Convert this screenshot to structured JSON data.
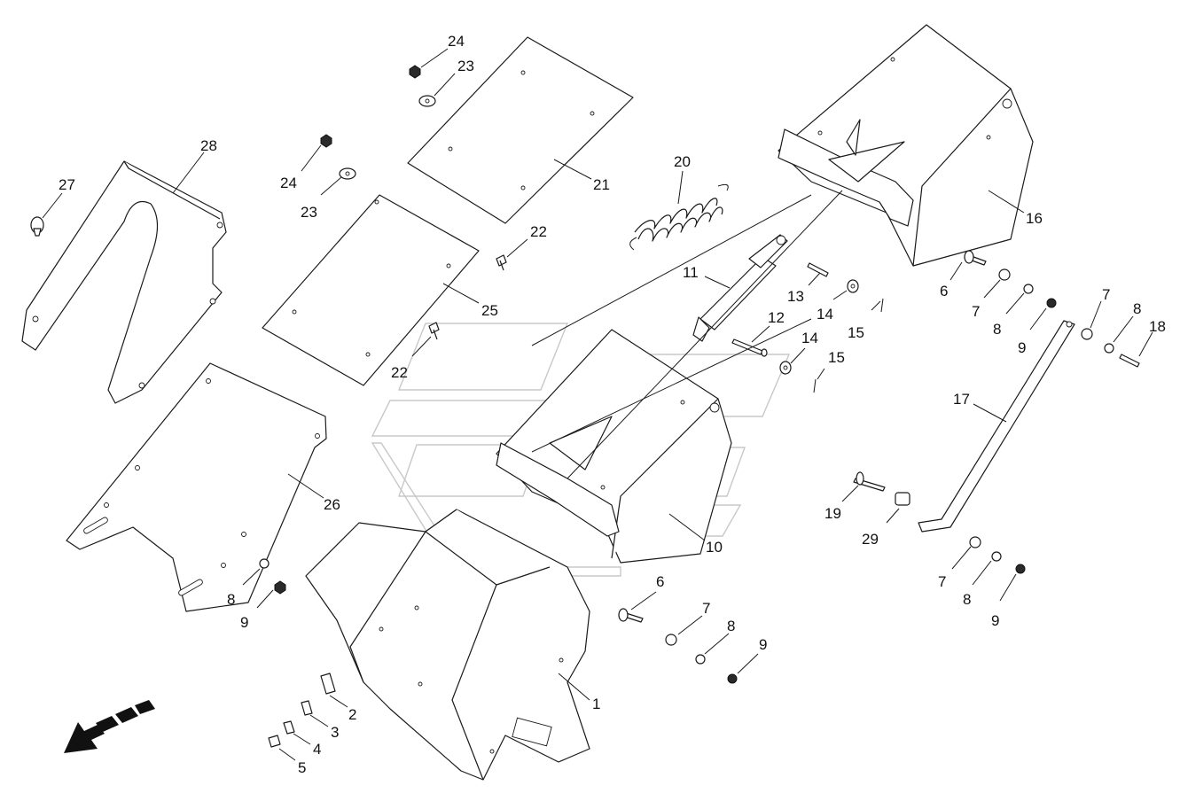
{
  "diagram": {
    "kind": "exploded-parts-view",
    "direction_arrow": "travel-direction-arrow",
    "callouts": [
      {
        "id": "c1",
        "label": "1"
      },
      {
        "id": "c2",
        "label": "2"
      },
      {
        "id": "c3",
        "label": "3"
      },
      {
        "id": "c4",
        "label": "4"
      },
      {
        "id": "c5",
        "label": "5"
      },
      {
        "id": "c6a",
        "label": "6"
      },
      {
        "id": "c6b",
        "label": "6"
      },
      {
        "id": "c7a",
        "label": "7"
      },
      {
        "id": "c7b",
        "label": "7"
      },
      {
        "id": "c7c",
        "label": "7"
      },
      {
        "id": "c7d",
        "label": "7"
      },
      {
        "id": "c8a",
        "label": "8"
      },
      {
        "id": "c8b",
        "label": "8"
      },
      {
        "id": "c8c",
        "label": "8"
      },
      {
        "id": "c8d",
        "label": "8"
      },
      {
        "id": "c8e",
        "label": "8"
      },
      {
        "id": "c9a",
        "label": "9"
      },
      {
        "id": "c9b",
        "label": "9"
      },
      {
        "id": "c9c",
        "label": "9"
      },
      {
        "id": "c9d",
        "label": "9"
      },
      {
        "id": "c10",
        "label": "10"
      },
      {
        "id": "c11",
        "label": "11"
      },
      {
        "id": "c12",
        "label": "12"
      },
      {
        "id": "c13",
        "label": "13"
      },
      {
        "id": "c14a",
        "label": "14"
      },
      {
        "id": "c14b",
        "label": "14"
      },
      {
        "id": "c15a",
        "label": "15"
      },
      {
        "id": "c15b",
        "label": "15"
      },
      {
        "id": "c16",
        "label": "16"
      },
      {
        "id": "c17",
        "label": "17"
      },
      {
        "id": "c18",
        "label": "18"
      },
      {
        "id": "c19",
        "label": "19"
      },
      {
        "id": "c20",
        "label": "20"
      },
      {
        "id": "c21",
        "label": "21"
      },
      {
        "id": "c22a",
        "label": "22"
      },
      {
        "id": "c22b",
        "label": "22"
      },
      {
        "id": "c23a",
        "label": "23"
      },
      {
        "id": "c23b",
        "label": "23"
      },
      {
        "id": "c24a",
        "label": "24"
      },
      {
        "id": "c24b",
        "label": "24"
      },
      {
        "id": "c25",
        "label": "25"
      },
      {
        "id": "c26",
        "label": "26"
      },
      {
        "id": "c27",
        "label": "27"
      },
      {
        "id": "c28",
        "label": "28"
      },
      {
        "id": "c29",
        "label": "29"
      }
    ]
  }
}
